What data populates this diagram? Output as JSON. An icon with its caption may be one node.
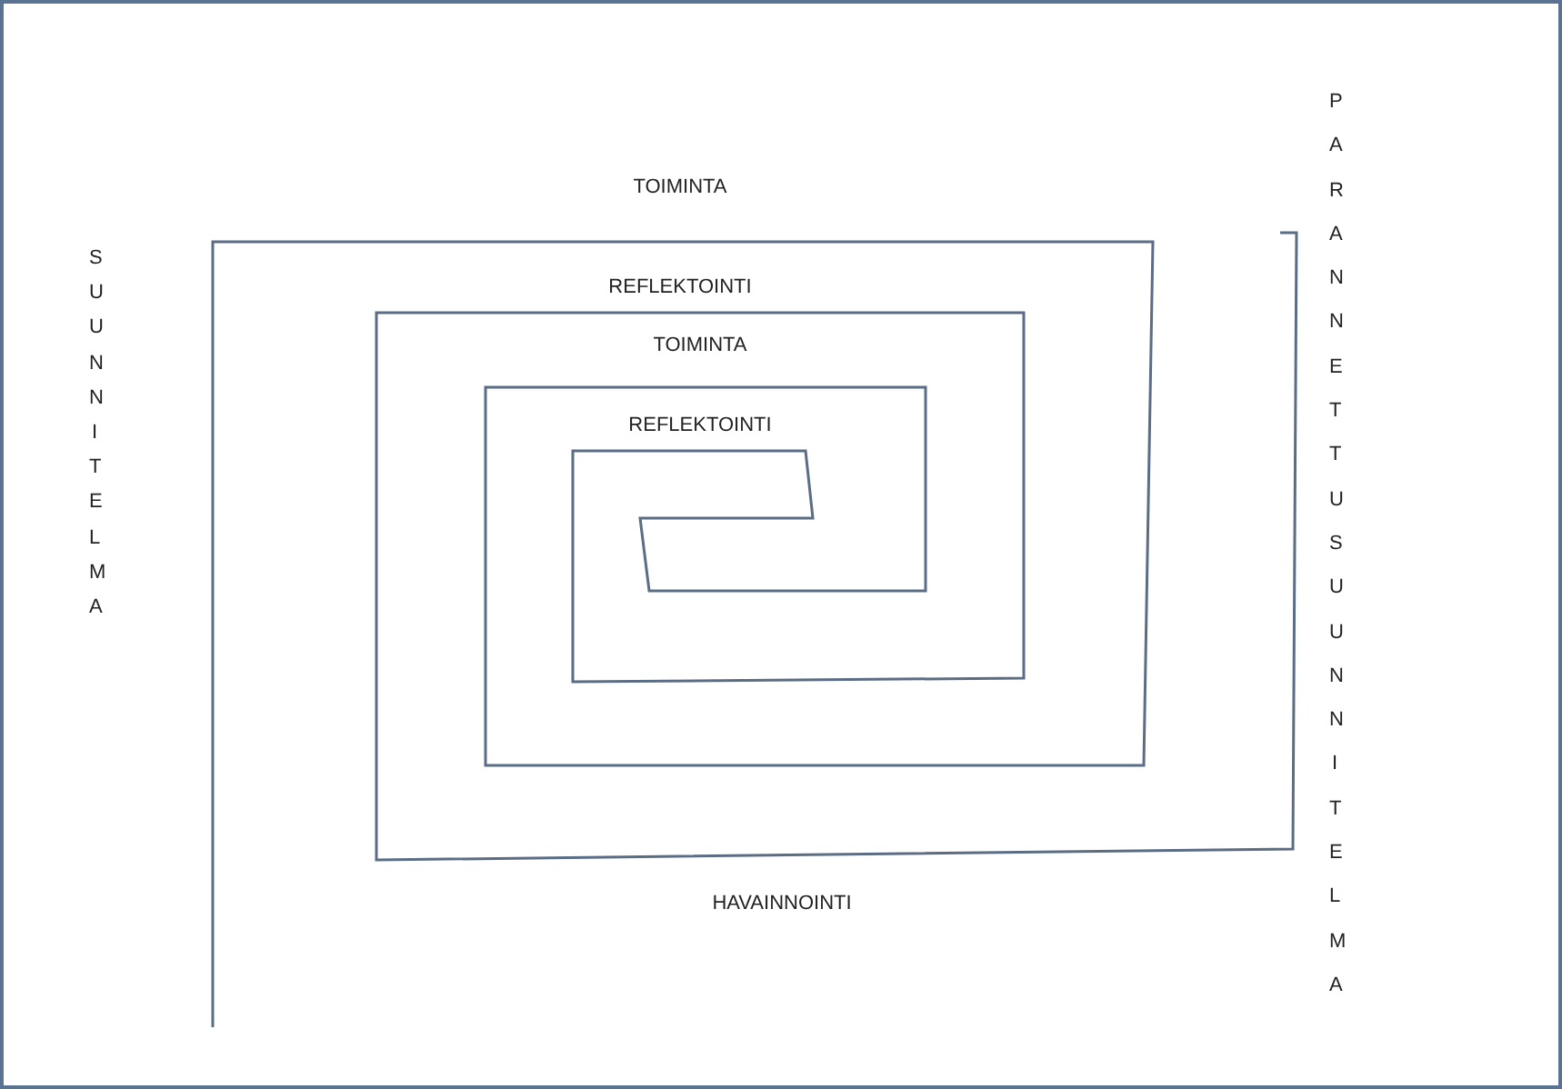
{
  "diagram": {
    "labels": [
      "PARANNETTU SUUNNITELMA",
      "TOIMINTA",
      "SUUNNITELMA",
      "REFLEKTOINTI",
      "TOIMINTA",
      "REFLEKTOINTI",
      "HAVAINNOINTI"
    ]
  }
}
